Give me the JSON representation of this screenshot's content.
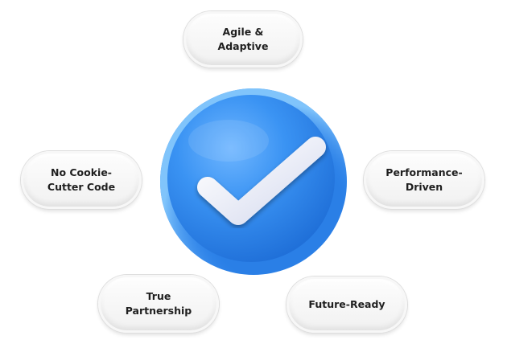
{
  "center_icon": "checkmark-icon",
  "colors": {
    "badge_blue": "#2f8cf2",
    "badge_light": "#7cc0ff",
    "check_white": "#e9ecf7",
    "pill_bg": "#f4f4f4",
    "text": "#1f1f1f"
  },
  "items": [
    {
      "label": "Agile &\nAdaptive"
    },
    {
      "label": "No Cookie-\nCutter Code"
    },
    {
      "label": "Performance-\nDriven"
    },
    {
      "label": "True\nPartnership"
    },
    {
      "label": "Future-Ready"
    }
  ]
}
